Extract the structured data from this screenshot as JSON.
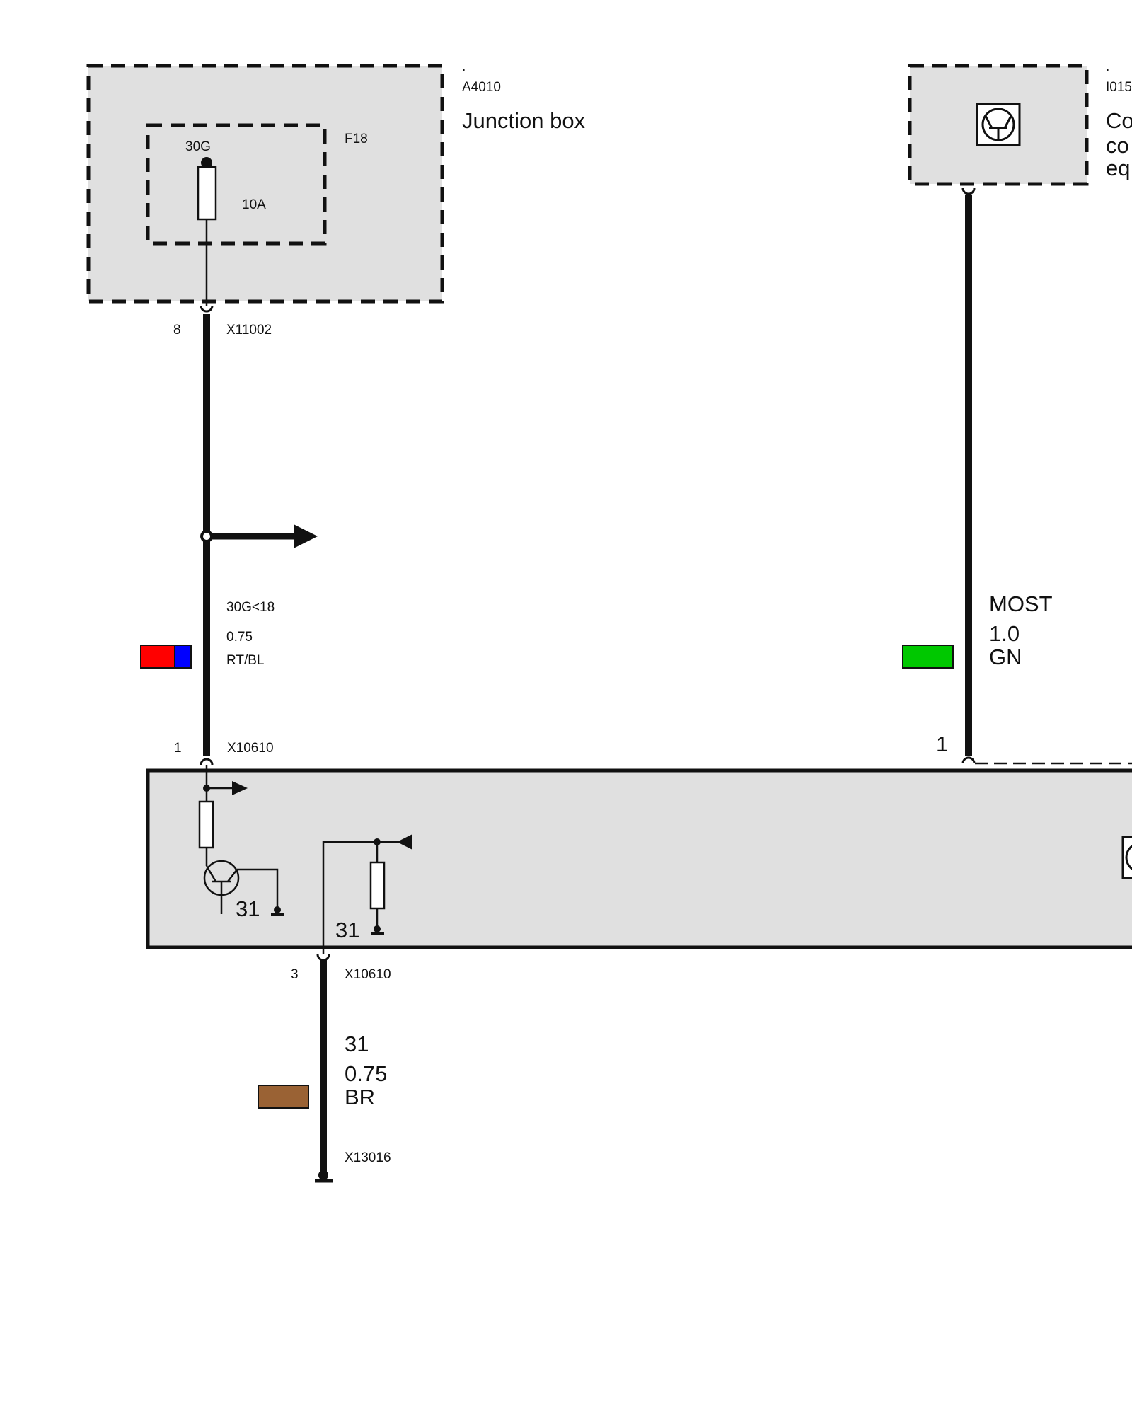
{
  "junction_box": {
    "dot": ".",
    "id": "A4010",
    "name": "Junction box",
    "fuse_name": "F18",
    "fuse_terminal": "30G",
    "fuse_rating": "10A",
    "pin": "8",
    "connector": "X11002"
  },
  "control_unit": {
    "dot": ".",
    "id": "I015",
    "name_lines": [
      "Co",
      "co",
      "eq"
    ]
  },
  "wire_power": {
    "signal": "30G<18",
    "gauge": "0.75",
    "color_code": "RT/BL",
    "colors": [
      "#ff0000",
      "#0000ff"
    ]
  },
  "wire_most": {
    "signal": "MOST",
    "gauge": "1.0",
    "color_code": "GN",
    "color": "#00c800",
    "pin": "1"
  },
  "module": {
    "top_pin": "1",
    "top_connector": "X10610",
    "ground_label_left": "31",
    "ground_label_right": "31",
    "bottom_pin": "3",
    "bottom_connector": "X10610"
  },
  "wire_ground": {
    "signal": "31",
    "gauge": "0.75",
    "color_code": "BR",
    "color": "#9a6234",
    "ground_connector": "X13016"
  }
}
